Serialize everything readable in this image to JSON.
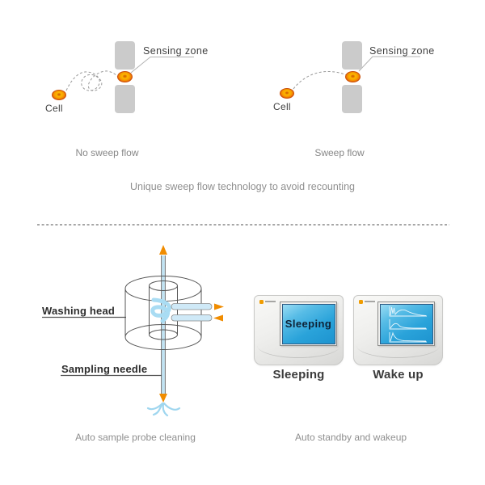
{
  "sweep_section": {
    "caption": "Unique sweep flow technology to avoid recounting",
    "no_sweep": {
      "sensing_zone_label": "Sensing zone",
      "cell_label": "Cell",
      "title": "No sweep flow"
    },
    "sweep": {
      "sensing_zone_label": "Sensing zone",
      "cell_label": "Cell",
      "title": "Sweep flow"
    }
  },
  "probe_section": {
    "washing_head_label": "Washing head",
    "sampling_needle_label": "Sampling needle",
    "caption": "Auto sample probe cleaning"
  },
  "standby_section": {
    "caption": "Auto standby and wakeup",
    "sleeping_device": {
      "screen_text": "Sleeping",
      "label": "Sleeping"
    },
    "wakeup_device": {
      "label": "Wake up"
    }
  },
  "colors": {
    "cell_orange": "#e4560d",
    "cell_highlight": "#fdb700",
    "block_gray": "#cbcbcb",
    "screen_blue": "#2aa3da",
    "arrow_orange": "#f08c00",
    "water_blue": "#bfe3f4",
    "caption_gray": "#8f8f8f",
    "label_dark": "#3f3f3f"
  }
}
